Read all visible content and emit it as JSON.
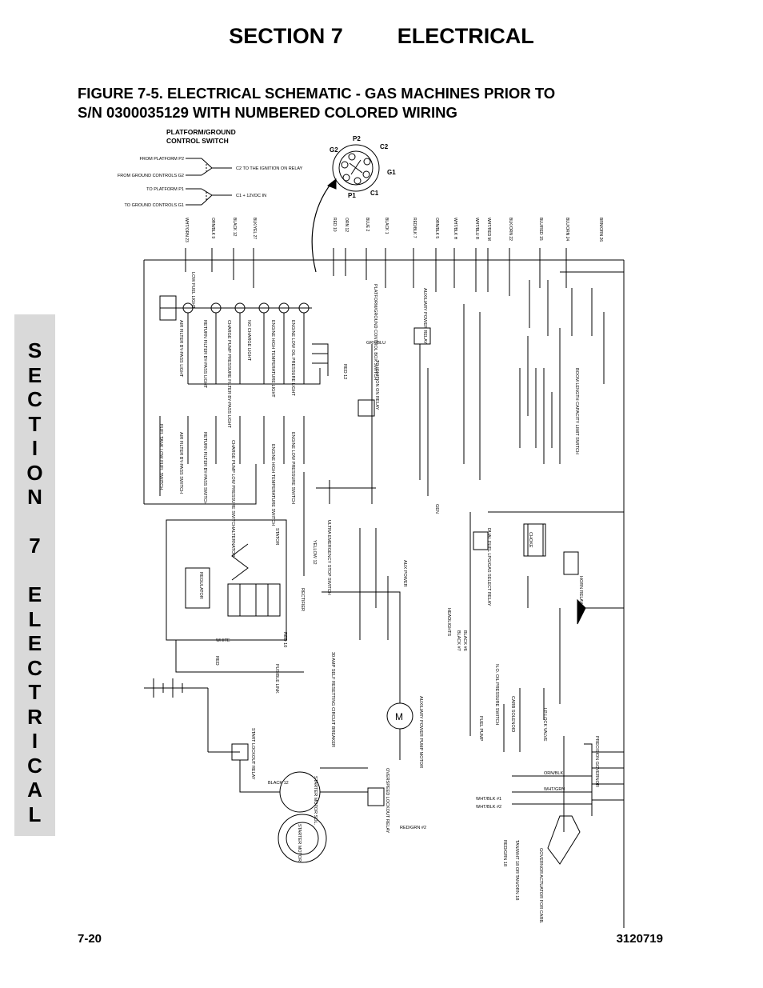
{
  "header": {
    "section": "SECTION 7",
    "title": "ELECTRICAL"
  },
  "figure": {
    "line1": "FIGURE 7-5. ELECTRICAL SCHEMATIC - GAS MACHINES PRIOR TO",
    "line2": "S/N 0300035129 WITH NUMBERED COLORED WIRING"
  },
  "side_tab": [
    "S",
    "E",
    "C",
    "T",
    "I",
    "O",
    "N",
    "",
    "7",
    "",
    "E",
    "L",
    "E",
    "C",
    "T",
    "R",
    "I",
    "C",
    "A",
    "L"
  ],
  "switch": {
    "title1": "PLATFORM/GROUND",
    "title2": "CONTROL SWITCH",
    "rows": [
      {
        "left": "FROM PLATFORM  P2",
        "right": "C2  TO THE IGNITION ON RELAY"
      },
      {
        "left": "FROM GROUND CONTROLS  G2",
        "right": ""
      },
      {
        "left": "TO PLATFORM  P1",
        "right": "C1  + 12VDC IN"
      },
      {
        "left": "TO GROUND CONTROLS  G1",
        "right": ""
      }
    ],
    "terminals": [
      "P2",
      "C2",
      "G2",
      "G1",
      "P1",
      "C1"
    ]
  },
  "schematic_labels": {
    "low_fuel_light": "LOW FUEL LIGHT",
    "air_filter_light": "AIR FILTER BY-PASS LIGHT",
    "return_filter_light": "RETURN FILTER BY-PASS LIGHT",
    "charge_pump_light": "CHARGE PUMP PRESSURE FILTER BY-PASS LIGHT",
    "no_charge_light": "NO CHARGE LIGHT",
    "engine_temp_light": "ENGINE HIGH TEMPERATURE LIGHT",
    "oil_pressure_light": "ENGINE LOW OIL PRESSURE LIGHT",
    "platform_ground_wiring": "PLATFORM/GROUND CONTROL BOX SWITCH",
    "aux_power_relay": "AUXILIARY POWER RELAY",
    "gry_blu": "GRY/BLU",
    "ignition_relay": "TO IGNITION ON RELAY",
    "fuel_tank_switch": "FUEL TANK LOW FUEL SWITCH",
    "air_filter_switch": "AIR FILTER BY-PASS SWITCH",
    "return_filter_switch": "RETURN FILTER BY-PASS SWITCH",
    "charge_pump_switch": "CHARGE PUMP LOW PRESSURE SWITCH",
    "engine_temp_switch": "ENGINE HIGH TEMPERATURE SWITCH",
    "oil_pressure_switch": "ENGINE LOW PRESSURE SWITCH",
    "alternator": "ALTERNATOR",
    "stator": "STATOR",
    "regulator": "REGULATOR",
    "rectifier": "RECTIFIER",
    "white": "WHITE",
    "red": "RED",
    "red_10": "RED 10",
    "red_12": "RED 12",
    "yellow_12": "YELLOW 12",
    "emergency_stop": "ULTRA EMERGENCY STOP SWITCH",
    "circuit_breaker": "30 AMP SELF RESETTING CIRCUIT BREAKER",
    "fusible_link": "FUSIBLE LINK",
    "black_12": "BLACK 12",
    "starter_solenoid": "STARTER MOTOR SOL.",
    "starter_motor": "STARTER MOTOR",
    "start_lockout": "START LOCKOUT RELAY",
    "overspeed_relay": "OVERSPEED LOCKOUT RELAY",
    "aux_pump_motor": "AUXILIARY POWER PUMP MOTOR",
    "aux_power": "AUX POWER",
    "dual_fuel_relay": "DUAL FUEL LPG/GAS SELECT RELAY",
    "choke": "CHOKE",
    "horn_relay": "HORN RELAY",
    "headlights": "HEADLIGHTS",
    "black_6": "BLACK #6",
    "black_7": "BLACK #7",
    "lp_oil_pressure": "N.O. OIL PRESSURE SWITCH",
    "lp_lock_valve": "LP LOCK VALVE",
    "fuel_pump": "FUEL PUMP",
    "carb_solenoid": "CARB SOLENOID",
    "precision_governor": "PRECISION GOVERNOR",
    "wht_blk_1": "WHT/BLK #1",
    "wht_blk_2": "WHT/BLK #2",
    "red_grn_2": "RED/GRN #2",
    "orn_blk": "ORN/BLK",
    "wht_grn": "WHT/GRN",
    "governor_actuator": "GOVERNOR ACTUATOR FOR CARB.",
    "gen": "GEN",
    "boom_switch": "BOOM LENGTH CAPACITY LIMIT SWITCH",
    "tan_wht_18": "TAN/WHT 18 OR TAN/ORN 18",
    "red_grn_18": "RED/GRN 18"
  },
  "wire_labels": [
    "WHT/ORN 23",
    "ORN/BLK 9",
    "BLACK 12",
    "BLK/YEL 27",
    "RED 10",
    "ORN 12",
    "BLUE 2",
    "BLACK 1",
    "RED/BLK 7",
    "ORN/BLK 5",
    "WHT/BLK H",
    "WHT/BLU R",
    "WHT/RED M",
    "BLK/ORN 22",
    "BLU/RED 15",
    "BLU/ORN 24",
    "BRN/ORN 26"
  ],
  "footer": {
    "page": "7-20",
    "doc_number": "3120719"
  }
}
